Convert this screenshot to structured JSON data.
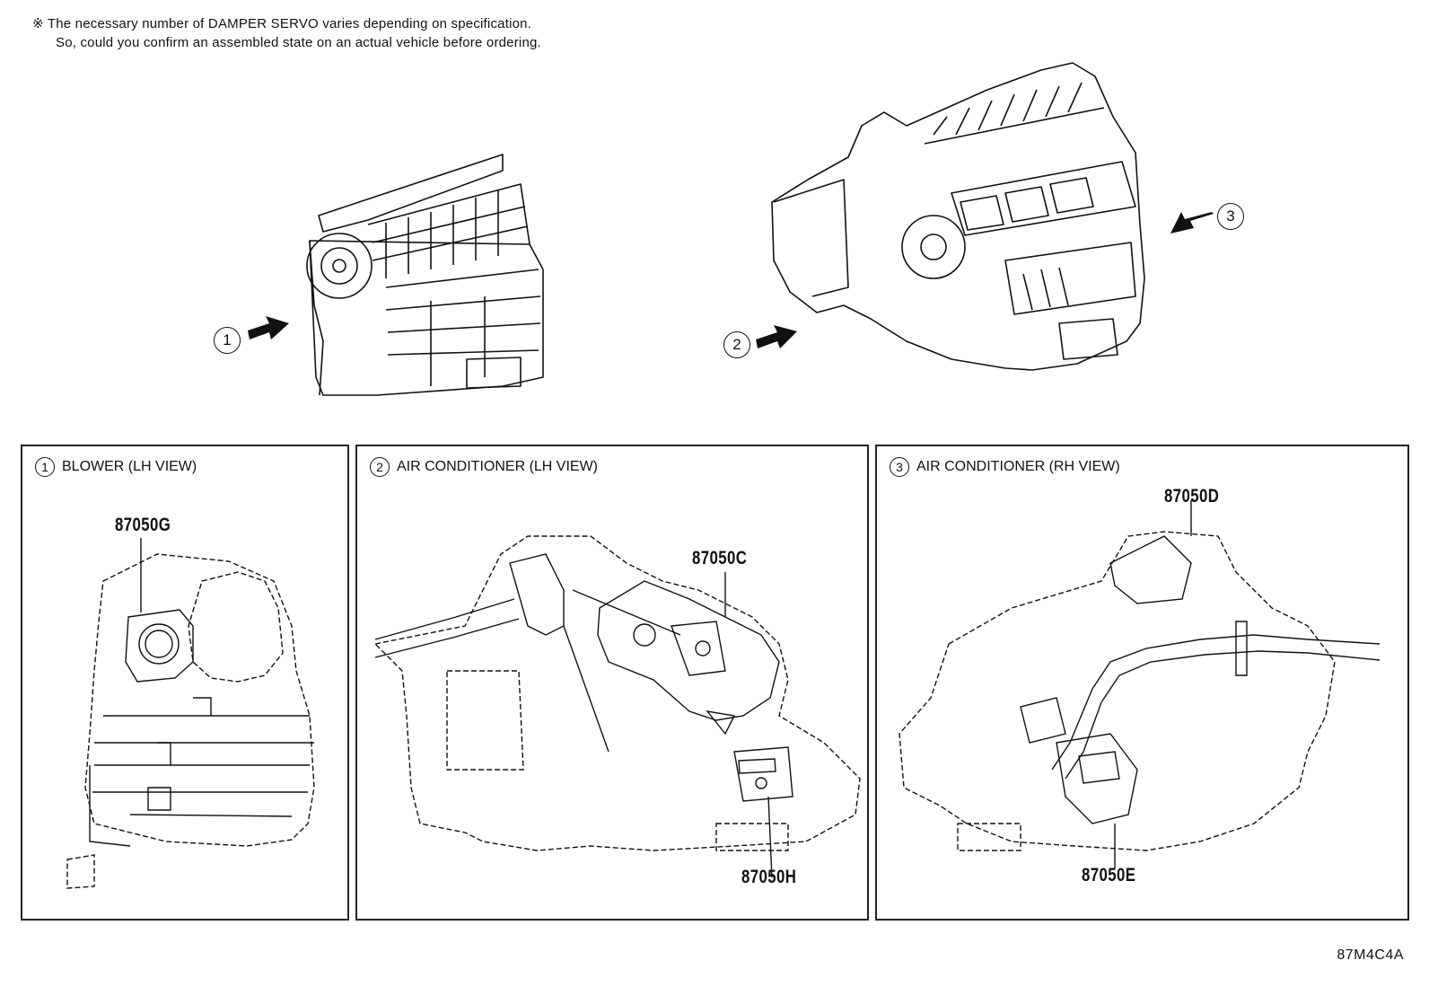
{
  "note": {
    "line1": "※ The necessary number of DAMPER SERVO varies depending on specification.",
    "line2": "So, could you confirm an assembled state on an actual vehicle before ordering."
  },
  "overview": {
    "callouts": [
      "1",
      "2",
      "3"
    ]
  },
  "panels": [
    {
      "number": "1",
      "title": "BLOWER (LH VIEW)",
      "parts": [
        "87050G"
      ]
    },
    {
      "number": "2",
      "title": "AIR CONDITIONER (LH VIEW)",
      "parts": [
        "87050C",
        "87050H"
      ]
    },
    {
      "number": "3",
      "title": "AIR CONDITIONER (RH VIEW)",
      "parts": [
        "87050D",
        "87050E"
      ]
    }
  ],
  "figure_code": "87M4C4A"
}
